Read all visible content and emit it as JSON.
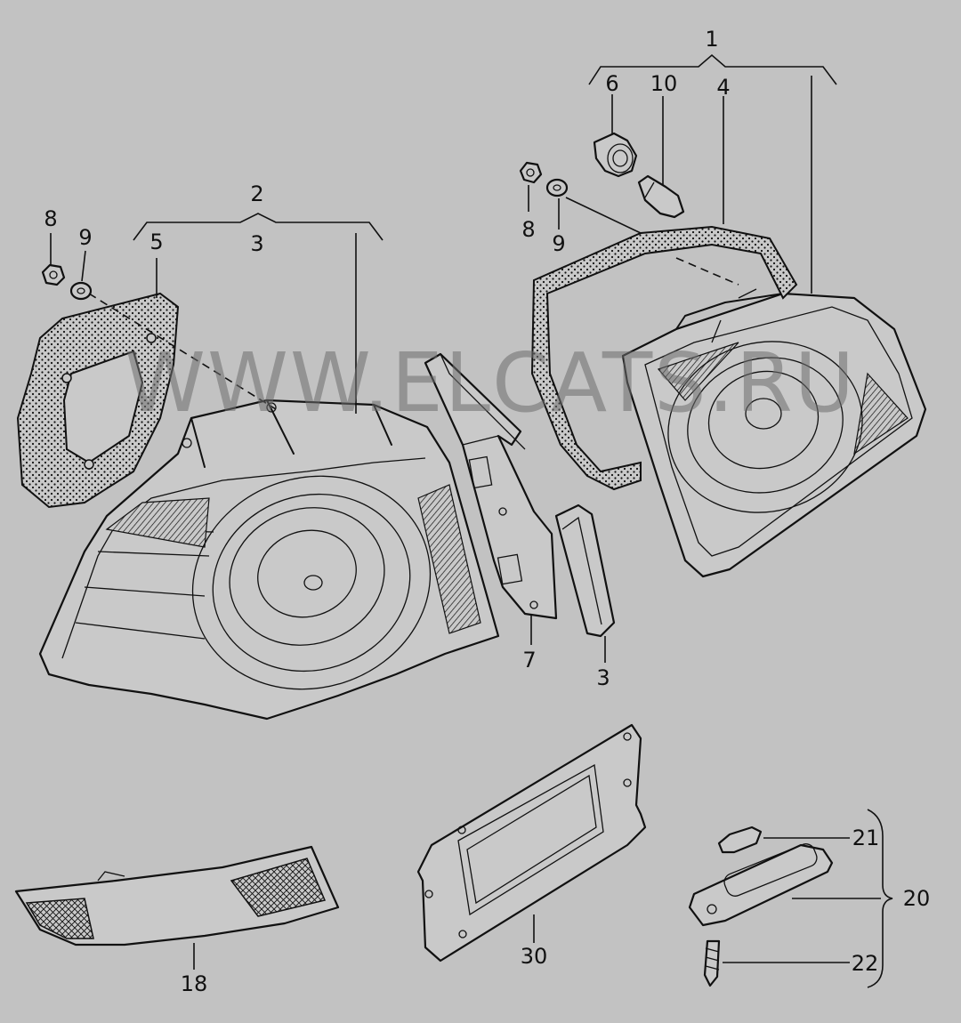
{
  "watermark": "WWW.ELCATS.RU",
  "labels": {
    "p1": "1",
    "p2": "2",
    "p3_upper": "3",
    "p3_lower": "3",
    "p4": "4",
    "p5": "5",
    "p6": "6",
    "p7": "7",
    "p8_left": "8",
    "p8_right": "8",
    "p9_left": "9",
    "p9_right": "9",
    "p10": "10",
    "p18": "18",
    "p20": "20",
    "p21": "21",
    "p22": "22",
    "p30": "30"
  }
}
